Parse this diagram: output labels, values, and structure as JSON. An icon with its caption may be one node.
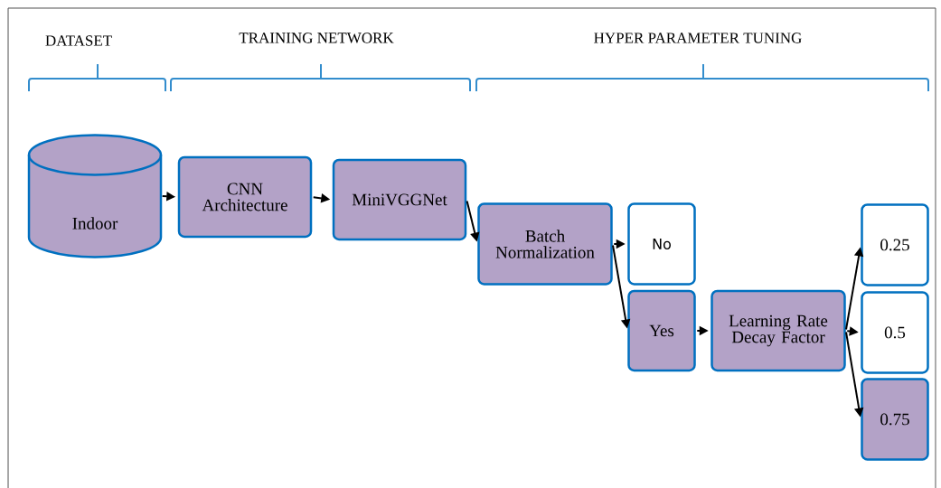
{
  "diagram": {
    "nodes": [
      {
        "text": [
          "Indoor"
        ]
      },
      {
        "text": [
          "CNN Architecture"
        ]
      },
      {
        "text": [
          "MiniVGGNet"
        ]
      },
      {
        "text": [
          "Batch Normalization"
        ]
      },
      {
        "text": [
          "No"
        ]
      },
      {
        "text": [
          "Yes"
        ]
      },
      {
        "text": [
          "Learning Rate Decay Factor"
        ]
      },
      {
        "text": [
          "0.25"
        ]
      },
      {
        "text": [
          "0.5"
        ]
      },
      {
        "text": [
          "0.75"
        ]
      }
    ],
    "edges": [
      {
        "from": 0,
        "to": 1,
        "arrow": "to"
      },
      {
        "from": 1,
        "to": 2,
        "arrow": "to"
      },
      {
        "from": 2,
        "to": 3,
        "arrow": "to"
      },
      {
        "from": 3,
        "to": 4,
        "arrow": "to"
      },
      {
        "from": 3,
        "to": 5,
        "arrow": "to"
      },
      {
        "from": 5,
        "to": 6,
        "arrow": "to"
      },
      {
        "from": 6,
        "to": 7,
        "arrow": "to"
      },
      {
        "from": 6,
        "to": 8,
        "arrow": "to"
      },
      {
        "from": 6,
        "to": 9,
        "arrow": "to"
      }
    ],
    "labels": [
      "DATASET",
      "TRAINING NETWORK",
      "HYPER PARAMETER TUNING"
    ]
  }
}
